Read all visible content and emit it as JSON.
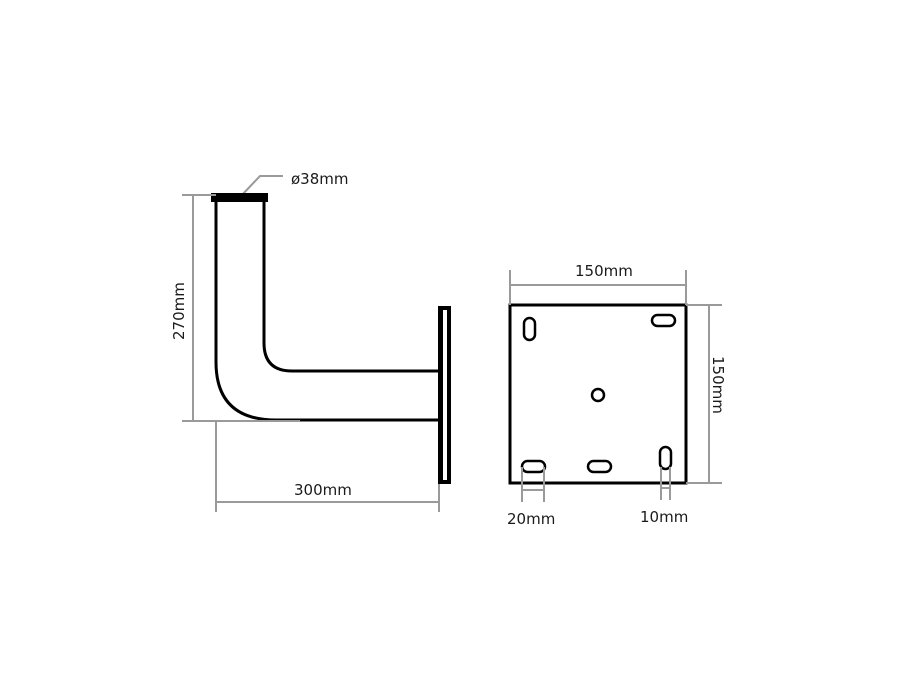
{
  "diagram": {
    "title": "Wall mount bracket technical drawing",
    "side_view": {
      "labels": {
        "pipe_diameter": "ø38mm",
        "height": "270mm",
        "depth": "300mm"
      }
    },
    "plate_view": {
      "labels": {
        "width": "150mm",
        "height": "150mm",
        "slot_spacing_left": "20mm",
        "slot_spacing_right": "10mm"
      },
      "holes": [
        {
          "type": "slot-vertical",
          "position": "top-left"
        },
        {
          "type": "slot-horizontal",
          "position": "top-right"
        },
        {
          "type": "circle",
          "position": "center"
        },
        {
          "type": "slot-horizontal",
          "position": "bottom-left"
        },
        {
          "type": "slot-horizontal",
          "position": "bottom-center"
        },
        {
          "type": "slot-vertical",
          "position": "bottom-right"
        }
      ]
    },
    "colors": {
      "outline": "#000000",
      "dimension_lines": "#9a9a9a",
      "text": "#1a1a1a",
      "background": "#ffffff"
    }
  }
}
